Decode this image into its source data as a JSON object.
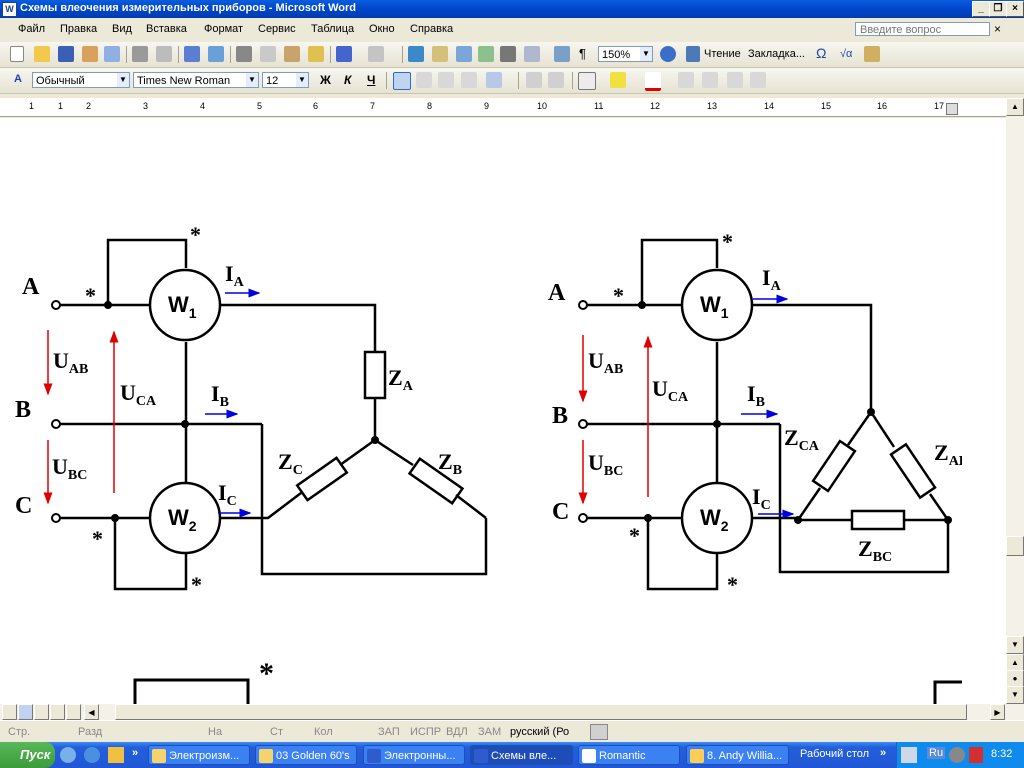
{
  "window": {
    "title": "Схемы влеочения измерительных приборов - Microsoft Word"
  },
  "menu": {
    "items": [
      "Файл",
      "Правка",
      "Вид",
      "Вставка",
      "Формат",
      "Сервис",
      "Таблица",
      "Окно",
      "Справка"
    ],
    "ask_placeholder": "Введите вопрос",
    "close_doc": "×"
  },
  "toolbar": {
    "zoom": "150%",
    "reading": "Чтение",
    "bookmark": "Закладка...",
    "omega": "Ω",
    "sqrt": "√α",
    "style": "Обычный",
    "font": "Times New Roman",
    "size": "12",
    "bold": "Ж",
    "italic": "К",
    "underline": "Ч"
  },
  "ruler": {
    "numbers": [
      "1",
      "1",
      "2",
      "3",
      "4",
      "5",
      "6",
      "7",
      "8",
      "9",
      "10",
      "11",
      "12",
      "13",
      "14",
      "15",
      "16",
      "17"
    ]
  },
  "diagram": {
    "star": "*",
    "phase_a": "A",
    "phase_b": "B",
    "phase_c": "C",
    "w1": "W",
    "w1_sub": "1",
    "w2": "W",
    "w2_sub": "2",
    "u_ab": "U",
    "u_ab_sub": "AB",
    "u_bc": "U",
    "u_bc_sub": "BC",
    "u_ca": "U",
    "u_ca_sub": "CA",
    "i_a": "I",
    "i_a_sub": "A",
    "i_b": "I",
    "i_b_sub": "B",
    "i_c": "I",
    "i_c_sub": "C",
    "z_a": "Z",
    "z_a_sub": "A",
    "z_b": "Z",
    "z_b_sub": "B",
    "z_c": "Z",
    "z_c_sub": "C",
    "z_ab": "Z",
    "z_ab_sub": "AB",
    "z_bc": "Z",
    "z_bc_sub": "BC",
    "z_ca": "Z",
    "z_ca_sub": "CA",
    "colors": {
      "voltage": "#e00000",
      "current": "#0000e0",
      "line": "#000000"
    }
  },
  "status": {
    "page": "Стр.",
    "section": "Разд",
    "at": "На",
    "line": "Ст",
    "col": "Кол",
    "rec": "ЗАП",
    "trk": "ИСПР",
    "ext": "ВДЛ",
    "ovr": "ЗАМ",
    "lang": "русский (Ро"
  },
  "taskbar": {
    "start": "Пуск",
    "tasks": [
      "Электроизм...",
      "03 Golden 60's",
      "Электронны...",
      "Схемы вле...",
      "Romantic",
      "8. Andy Willia..."
    ],
    "desktop": "Рабочий стол",
    "lang": "Ru",
    "clock": "8:32"
  }
}
